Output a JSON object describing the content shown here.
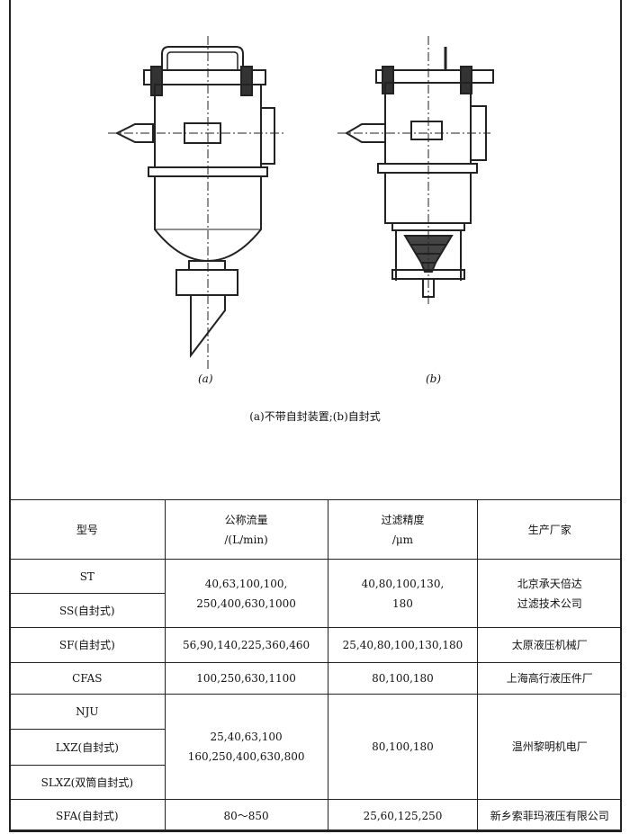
{
  "figure": {
    "label_a": "(a)",
    "label_b": "(b)",
    "caption": "(a)不带自封装置;(b)自封式"
  },
  "table": {
    "headers": [
      "型号",
      "公称流量",
      "/(L/min)",
      "过滤精度",
      "/μm",
      "生产厂家"
    ],
    "groups": [
      {
        "models": [
          "ST",
          "SS(自封式)"
        ],
        "flow": [
          "40,63,100,100,",
          "250,400,630,1000"
        ],
        "precision": [
          "40,80,100,130,",
          "180"
        ],
        "maker": [
          "北京承天倍达",
          "过滤技术公司"
        ]
      },
      {
        "models": [
          "SF(自封式)"
        ],
        "flow": [
          "56,90,140,225,360,460"
        ],
        "precision": [
          "25,40,80,100,130,180"
        ],
        "maker": [
          "太原液压机械厂"
        ]
      },
      {
        "models": [
          "CFAS"
        ],
        "flow": [
          "100,250,630,1100"
        ],
        "precision": [
          "80,100,180"
        ],
        "maker": [
          "上海高行液压件厂"
        ]
      },
      {
        "models": [
          "NJU",
          "LXZ(自封式)",
          "SLXZ(双筒自封式)"
        ],
        "flow": [
          "25,40,63,100",
          "160,250,400,630,800"
        ],
        "precision": [
          "80,100,180"
        ],
        "maker": [
          "温州黎明机电厂"
        ]
      },
      {
        "models": [
          "SFA(自封式)"
        ],
        "flow": [
          "80～850"
        ],
        "precision": [
          "25,60,125,250"
        ],
        "maker": [
          "新乡索菲玛液压有限公司"
        ]
      }
    ]
  }
}
